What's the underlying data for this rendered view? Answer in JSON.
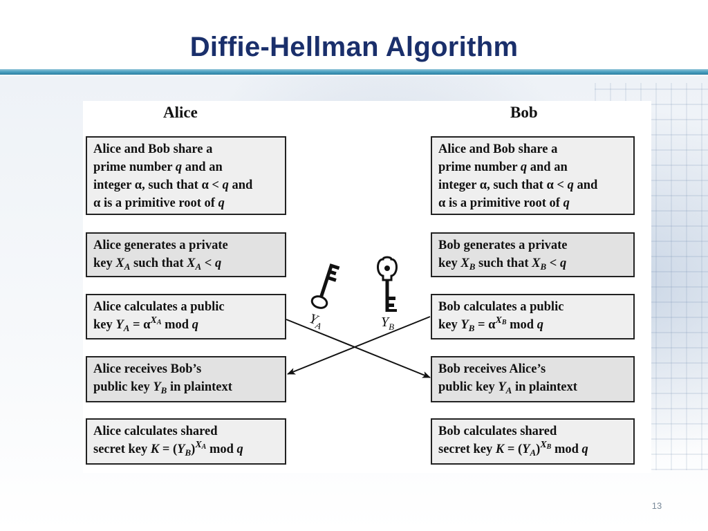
{
  "slide": {
    "title": "Diffie-Hellman Algorithm",
    "page_number": "13"
  },
  "diagram": {
    "left_header": "Alice",
    "right_header": "Bob",
    "alice_steps": [
      [
        "Alice and Bob share a",
        "prime number ",
        "q",
        " and an",
        "integer ",
        "α",
        ", such that ",
        "α",
        " < ",
        "q",
        " and",
        "α",
        " is a primitive root of ",
        "q"
      ],
      [
        "Alice generates a private",
        "key ",
        "X",
        "A",
        " such that ",
        "X",
        "A",
        " < ",
        "q"
      ],
      [
        "Alice calculates a public",
        "key ",
        "Y",
        "A",
        " = ",
        "α",
        "X",
        "A",
        " mod ",
        "q"
      ],
      [
        "Alice receives Bob’s",
        "public key ",
        "Y",
        "B",
        " in plaintext"
      ],
      [
        "Alice calculates shared",
        "secret key ",
        "K",
        " = (",
        "Y",
        "B",
        ")",
        "X",
        "A",
        " mod ",
        "q"
      ]
    ],
    "bob_steps": [
      [
        "Alice and Bob share a",
        "prime number ",
        "q",
        " and an",
        "integer ",
        "α",
        ", such that ",
        "α",
        " < ",
        "q",
        " and",
        "α",
        " is a primitive root of ",
        "q"
      ],
      [
        "Bob generates a private",
        "key ",
        "X",
        "B",
        " such that ",
        "X",
        "B",
        " < ",
        "q"
      ],
      [
        "Bob calculates a public",
        "key ",
        "Y",
        "B",
        " = ",
        "α",
        "X",
        "B",
        " mod ",
        "q"
      ],
      [
        "Bob receives Alice’s",
        "public key ",
        "Y",
        "A",
        " in plaintext"
      ],
      [
        "Bob calculates shared",
        "secret key ",
        "K",
        " = (",
        "Y",
        "A",
        ")",
        "X",
        "B",
        " mod ",
        "q"
      ]
    ],
    "key_labels": {
      "alice_key": "Y",
      "alice_key_sub": "A",
      "bob_key": "Y",
      "bob_key_sub": "B"
    }
  }
}
